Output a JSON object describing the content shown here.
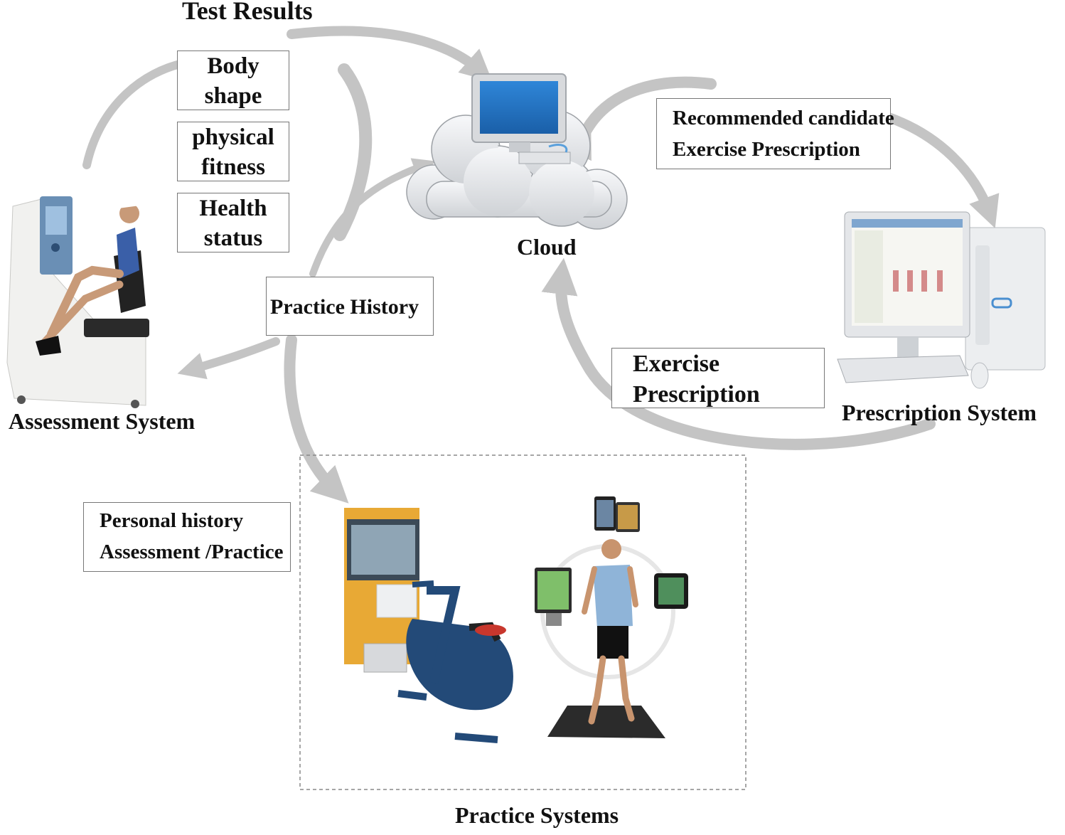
{
  "labels": {
    "test_results": "Test Results",
    "cloud": "Cloud",
    "assessment_system": "Assessment System",
    "prescription_system": "Prescription System",
    "practice_systems": "Practice Systems"
  },
  "boxes": {
    "body_shape": [
      "Body",
      "shape"
    ],
    "physical_fitness": [
      "physical",
      "fitness"
    ],
    "health_status": [
      "Health",
      "status"
    ],
    "practice_history": "Practice History",
    "recommended": [
      "Recommended candidate",
      "Exercise Prescription"
    ],
    "exercise_prescription": [
      "Exercise",
      "Prescription"
    ],
    "personal_history": [
      "Personal history",
      "Assessment /Practice"
    ]
  },
  "icons": {
    "cloud": "cloud-icon",
    "monitor": "computer-monitor-icon",
    "assessment_device": "assessment-bike-icon",
    "prescription_pc": "desktop-computer-icon",
    "exercise_bike": "exercise-bike-icon",
    "runner": "runner-icon",
    "tablet": "tablet-icon",
    "phone": "smartphone-icon",
    "tv": "tv-icon"
  },
  "colors": {
    "arrow": "#c4c4c4",
    "cloud": "#e6e7ea",
    "screen": "#1f6fc0",
    "box_border": "#777777"
  }
}
